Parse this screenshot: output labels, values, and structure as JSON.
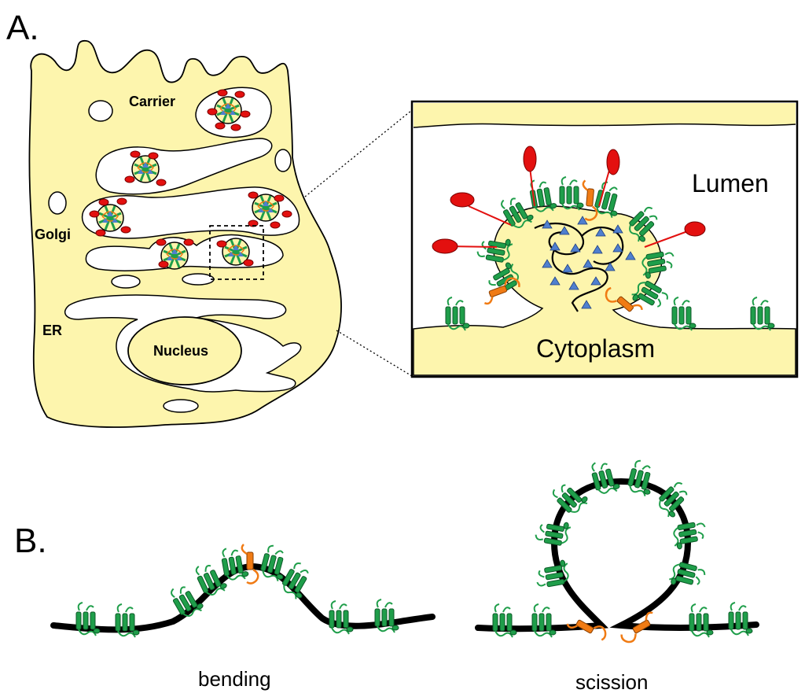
{
  "panel_a": {
    "letter": "A.",
    "cell_labels": {
      "carrier": "Carrier",
      "golgi": "Golgi",
      "er": "ER",
      "nucleus": "Nucleus"
    },
    "inset_labels": {
      "lumen": "Lumen",
      "cytoplasm": "Cytoplasm"
    }
  },
  "panel_b": {
    "letter": "B.",
    "bending": "bending",
    "scission": "scission"
  },
  "colors": {
    "cytoplasm": "#fdf5ad",
    "membrane_outline": "#000000",
    "protein_green": "#1f9e4a",
    "protein_orange": "#f07b14",
    "cargo_red": "#e3100f",
    "cargo_blue": "#4f7fcf"
  }
}
